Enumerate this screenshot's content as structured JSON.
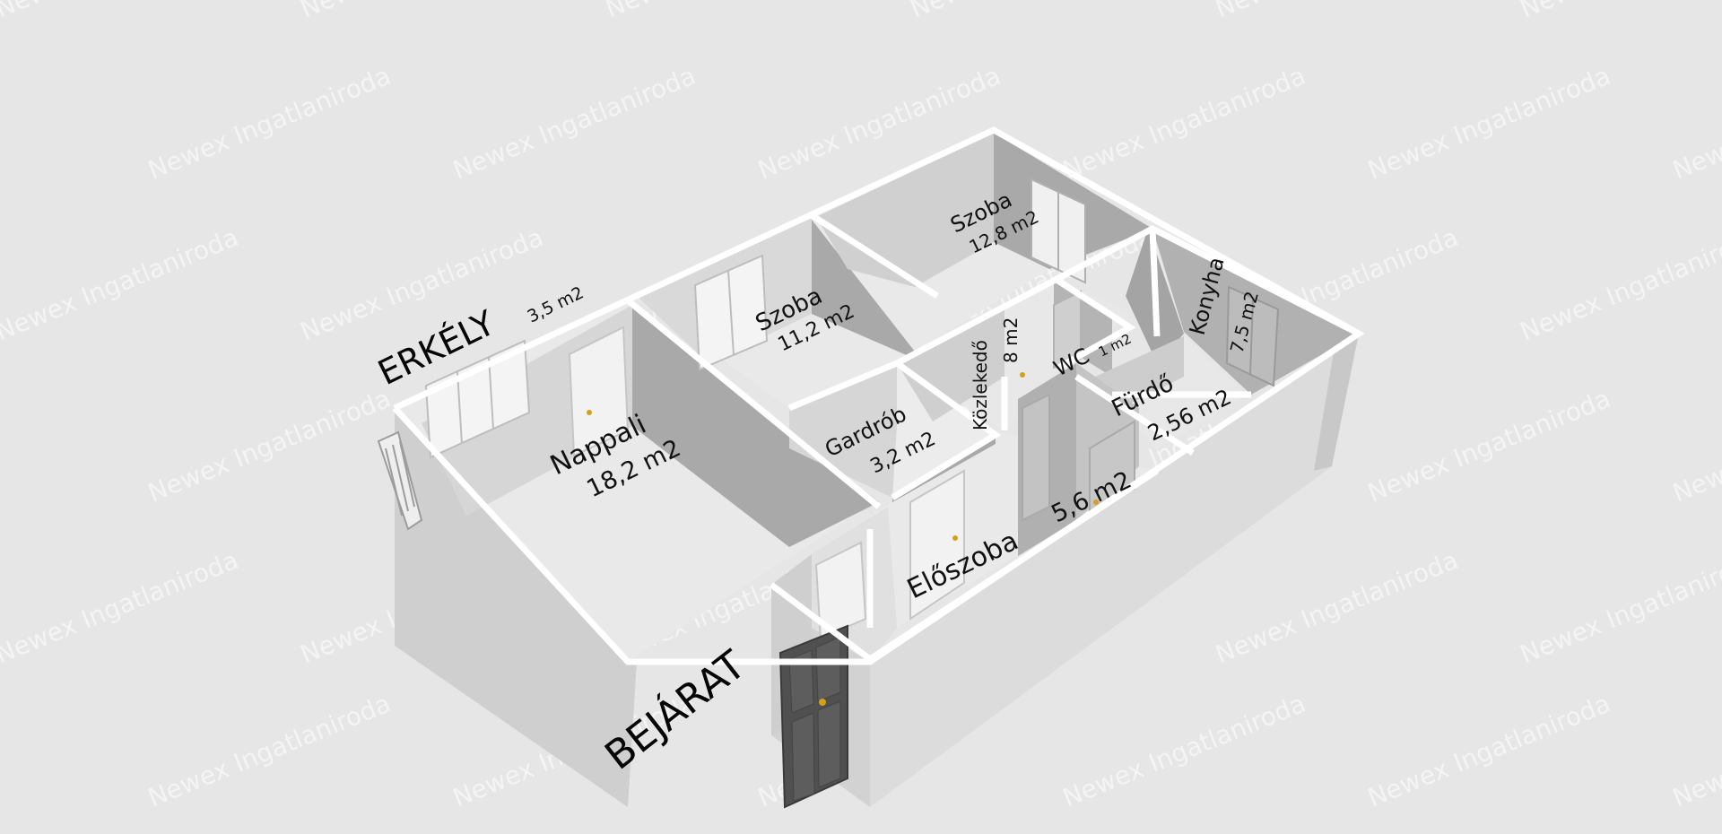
{
  "watermark": "Newex Ingatlaniroda",
  "labels": {
    "balcony_name": "ERKÉLY",
    "balcony_area": "3,5 m2",
    "entrance": "BEJÁRAT",
    "living_name": "Nappali",
    "living_area": "18,2 m2",
    "room1_name": "Szoba",
    "room1_area": "11,2 m2",
    "room2_name": "Szoba",
    "room2_area": "12,8 m2",
    "wardrobe_name": "Gardrób",
    "wardrobe_area": "3,2 m2",
    "corridor_name": "Közlekedő",
    "corridor_area": "8 m2",
    "wc_name": "WC",
    "wc_area": "1 m2",
    "bath_name": "Fürdő",
    "bath_area": "2,56 m2",
    "kitchen_name": "Konyha",
    "kitchen_area": "7,5 m2",
    "hall_name": "Előszoba",
    "hall_area": "5,6 m2"
  },
  "colors": {
    "background": "#e6e6e6",
    "floor": "#e9e9e9",
    "wall_top": "#ffffff",
    "wall_dark": "#a9a9a9",
    "wall_mid": "#c9c9c9",
    "wall_light": "#d6d6d6",
    "door": "#505050",
    "handle": "#d4a017"
  },
  "icons": [
    "front-door-icon",
    "window-icon",
    "balcony-railing-icon"
  ]
}
